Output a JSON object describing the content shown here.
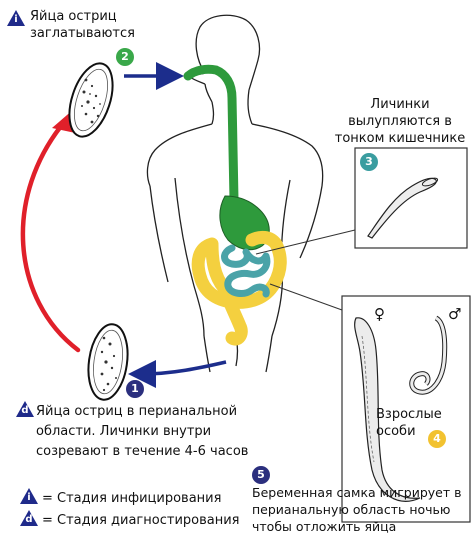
{
  "colors": {
    "stage_infective": "#1f2a8a",
    "stage_diagnostic": "#1f2a8a",
    "badge_1": "#2b2f7e",
    "badge_2": "#3aa84a",
    "badge_3": "#3a9da0",
    "badge_4": "#f2c230",
    "badge_5": "#2b2f7e",
    "arrow_blue": "#1c2d8c",
    "arrow_red": "#e0202a",
    "intestine_green": "#2e9a3c",
    "colon_yellow": "#f4d03f",
    "small_intestine_teal": "#4aa3a8"
  },
  "labels": {
    "eggs_swallowed": [
      "Яйца остриц",
      "заглатываются"
    ],
    "larvae_hatch": [
      "Личинки",
      "вылупляются в",
      "тонком кишечнике"
    ],
    "adults": [
      "Взрослые",
      "особи"
    ],
    "eggs_perianal": [
      "Яйца остриц в перианальной",
      "области. Личинки внутри",
      "созревают в течение 4-6 часов"
    ],
    "female_migrates": [
      "Беременная самка мигрирует в",
      "перианальную область ночью",
      "чтобы отложить яйца"
    ],
    "female_symbol": "♀",
    "male_symbol": "♂"
  },
  "badges": {
    "step1": "1",
    "step2": "2",
    "step3": "3",
    "step4": "4",
    "step5": "5"
  },
  "stage_icons": {
    "infective_letter": "i",
    "diagnostic_letter": "d"
  },
  "legend": {
    "infective": "= Стадия инфицирования",
    "diagnostic": "= Стадия диагностирования"
  }
}
